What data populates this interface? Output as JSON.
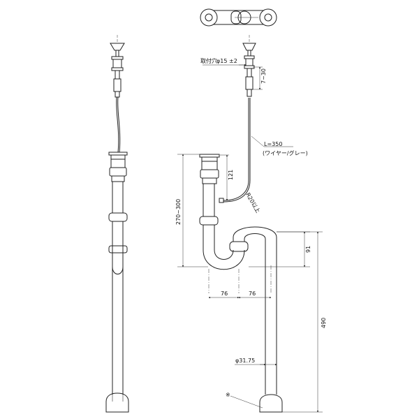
{
  "drawing": {
    "labels": {
      "mounting_hole": "取付穴",
      "mounting_hole_dia": "φ15 ±2",
      "plate_thickness": "7~30",
      "wire_length": "L=350",
      "wire_note": "(ワイヤー/グレー)",
      "trap_depth_121": "121",
      "bend_radius": "R20以上",
      "height_270_300": "270~300",
      "trap_91": "91",
      "offset_left": "76",
      "offset_right": "76",
      "height_490": "490",
      "pipe_dia": "φ31.75",
      "note_mark": "※"
    }
  }
}
